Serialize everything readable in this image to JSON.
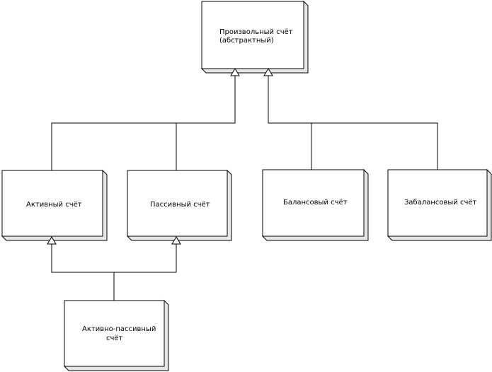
{
  "nodes": {
    "arbitrary": {
      "line1": "Произвольный счёт",
      "line2": "(абстрактный)"
    },
    "active": {
      "label": "Активный счёт"
    },
    "passive": {
      "label": "Пассивный счёт"
    },
    "balance": {
      "label": "Балансовый счёт"
    },
    "offbalance": {
      "label": "Забалансовый счёт"
    },
    "active_passive": {
      "line1": "Активно-пассивный",
      "line2": "счёт"
    }
  },
  "relations": [
    {
      "type": "generalization",
      "from": "active",
      "to": "arbitrary"
    },
    {
      "type": "generalization",
      "from": "passive",
      "to": "arbitrary"
    },
    {
      "type": "generalization",
      "from": "balance",
      "to": "arbitrary"
    },
    {
      "type": "generalization",
      "from": "offbalance",
      "to": "arbitrary"
    },
    {
      "type": "generalization",
      "from": "active_passive",
      "to": "active"
    },
    {
      "type": "generalization",
      "from": "active_passive",
      "to": "passive"
    }
  ],
  "colors": {
    "line": "#000000",
    "box_fill": "#ffffff",
    "box_shade": "#e8e8e8"
  }
}
